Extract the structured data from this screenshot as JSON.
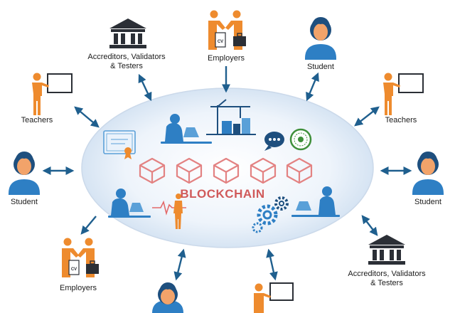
{
  "diagram": {
    "center_label": "BLOCKCHAIN",
    "nodes": [
      {
        "id": "accreditors-top",
        "label_lines": [
          "Accreditors, Validators",
          "& Testers"
        ],
        "icon": "bank-building-icon"
      },
      {
        "id": "employers-top",
        "label_lines": [
          "Employers"
        ],
        "icon": "handshake-cv-icon"
      },
      {
        "id": "student-top",
        "label_lines": [
          "Student"
        ],
        "icon": "student-person-icon"
      },
      {
        "id": "teachers-left",
        "label_lines": [
          "Teachers"
        ],
        "icon": "teacher-board-icon"
      },
      {
        "id": "teachers-right",
        "label_lines": [
          "Teachers"
        ],
        "icon": "teacher-board-icon"
      },
      {
        "id": "student-left",
        "label_lines": [
          "Student"
        ],
        "icon": "student-person-icon"
      },
      {
        "id": "student-right",
        "label_lines": [
          "Student"
        ],
        "icon": "student-person-icon"
      },
      {
        "id": "employers-bottom",
        "label_lines": [
          "Employers"
        ],
        "icon": "handshake-cv-icon"
      },
      {
        "id": "accreditors-bottom",
        "label_lines": [
          "Accreditors, Validators",
          "& Testers"
        ],
        "icon": "bank-building-icon"
      },
      {
        "id": "student-bottom",
        "label_lines": [],
        "icon": "student-person-icon"
      },
      {
        "id": "teacher-bottom",
        "label_lines": [],
        "icon": "teacher-board-icon"
      }
    ],
    "cv_text": "CV",
    "colors": {
      "orange": "#ee8b2e",
      "navy": "#1e4f7e",
      "blue": "#2e7fc4",
      "block_red": "#e38282",
      "arrow": "#1f5f8e",
      "ellipse": "#e4eef8"
    }
  }
}
